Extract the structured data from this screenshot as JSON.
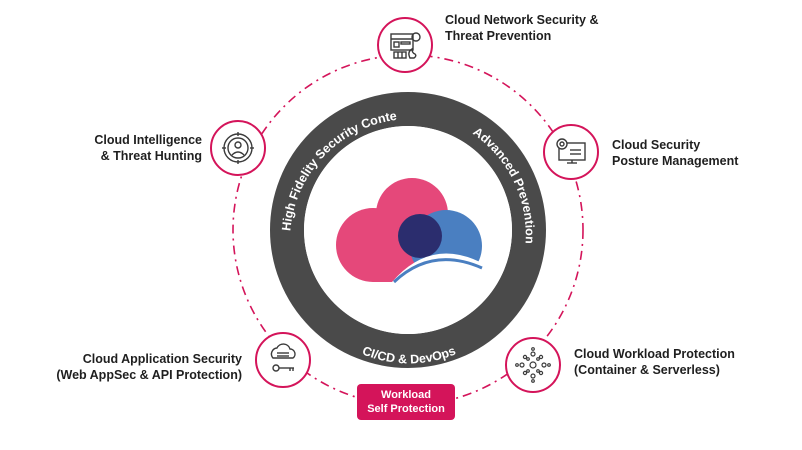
{
  "ring_labels": {
    "top_left": "High Fidelity Security Context",
    "top_right": "Advanced Prevention",
    "bottom": "CI/CD & DevOps"
  },
  "nodes": [
    {
      "id": "network",
      "icon": "network-firewall-icon",
      "lines": [
        "Cloud Network Security &",
        "Threat Prevention"
      ]
    },
    {
      "id": "posture",
      "icon": "monitor-settings-icon",
      "lines": [
        "Cloud Security",
        "Posture Management"
      ]
    },
    {
      "id": "workload",
      "icon": "workload-nodes-icon",
      "lines": [
        "Cloud Workload Protection",
        "(Container & Serverless)"
      ]
    },
    {
      "id": "appsec",
      "icon": "cloud-key-icon",
      "lines": [
        "Cloud Application Security",
        "(Web AppSec & API Protection)"
      ]
    },
    {
      "id": "intelligence",
      "icon": "threat-hunter-icon",
      "lines": [
        "Cloud Intelligence",
        "& Threat Hunting"
      ]
    }
  ],
  "badge": {
    "lines": [
      "Workload",
      "Self Protection"
    ]
  },
  "colors": {
    "accent": "#d4145a",
    "ring": "#4a4a4a",
    "cloud_pink": "#e5487a",
    "cloud_blue": "#4a7fc1",
    "overlap": "#2b2d6e"
  }
}
